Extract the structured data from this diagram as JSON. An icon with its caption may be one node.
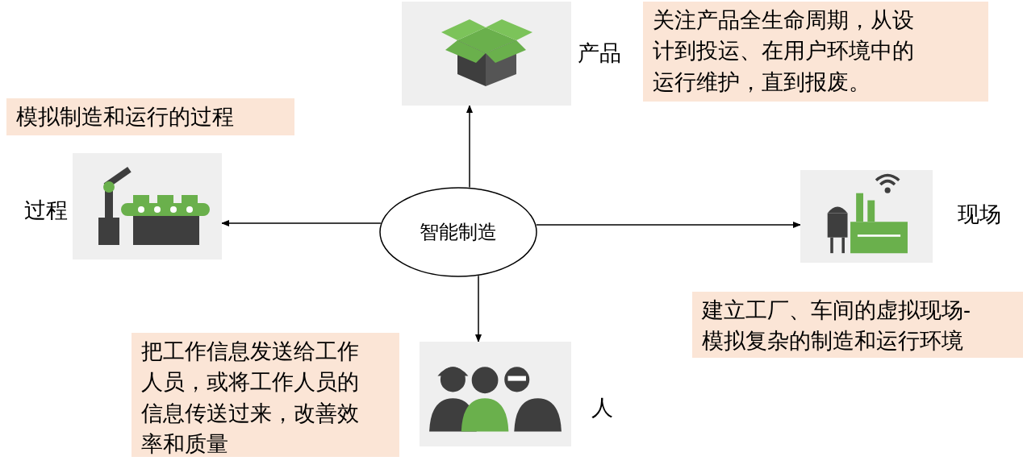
{
  "diagram": {
    "nodes": [
      {
        "text": [],
        "shape": "picture",
        "beside": [
          "产品"
        ]
      },
      {
        "text": [
          "关注产品全生命周期，从设计到投运、在用户环境中的运行维护，直到报废。"
        ]
      },
      {
        "text": [
          "模拟制造和运行的过程"
        ]
      },
      {
        "text": [],
        "shape": "picture",
        "beside": [
          "过程"
        ]
      },
      {
        "text": [
          "智能制造"
        ]
      },
      {
        "text": [],
        "shape": "picture",
        "beside": [
          "现场"
        ]
      },
      {
        "text": [
          "建立工厂、车间的虚拟现场-模拟复杂的制造和运行环境"
        ]
      },
      {
        "text": [
          "把工作信息发送给工作人员，或将工作人员的信息传送过来，改善效率和质量"
        ]
      },
      {
        "text": [],
        "shape": "picture",
        "beside": [
          "人"
        ]
      }
    ],
    "edges": [
      {
        "from": 4,
        "to": 0,
        "arrow": "to"
      },
      {
        "from": 4,
        "to": 3,
        "arrow": "to"
      },
      {
        "from": 4,
        "to": 5,
        "arrow": "to"
      },
      {
        "from": 4,
        "to": 8,
        "arrow": "to"
      }
    ]
  }
}
